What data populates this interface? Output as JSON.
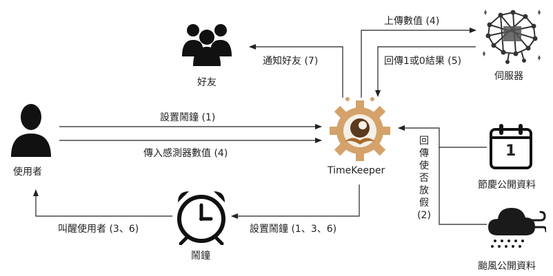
{
  "nodes": {
    "friends": "好友",
    "user": "使用者",
    "alarm_clock": "鬧鐘",
    "timekeeper": "TimeKeeper",
    "server": "伺服器",
    "holiday_data": "節慶公開資料",
    "typhoon_data": "颱風公開資料"
  },
  "calendar_day": "1",
  "edges": {
    "upload_values": "上傳數值 (4)",
    "return_result": "回傳1或0結果 (5)",
    "notify_friends": "通知好友 (7)",
    "set_alarm_1": "設置鬧鐘 (1)",
    "send_sensor_values": "傳入感測器數值 (4)",
    "return_holiday": "回傳使否放假(2)",
    "set_alarm_136": "設置鬧鐘 (1、3、6)",
    "wake_user": "叫醒使用者 (3、6)"
  },
  "colors": {
    "line": "#222222",
    "gear": "#d4a26a",
    "gear_inner": "#f5efe6",
    "eye": "#5a3a1e"
  }
}
